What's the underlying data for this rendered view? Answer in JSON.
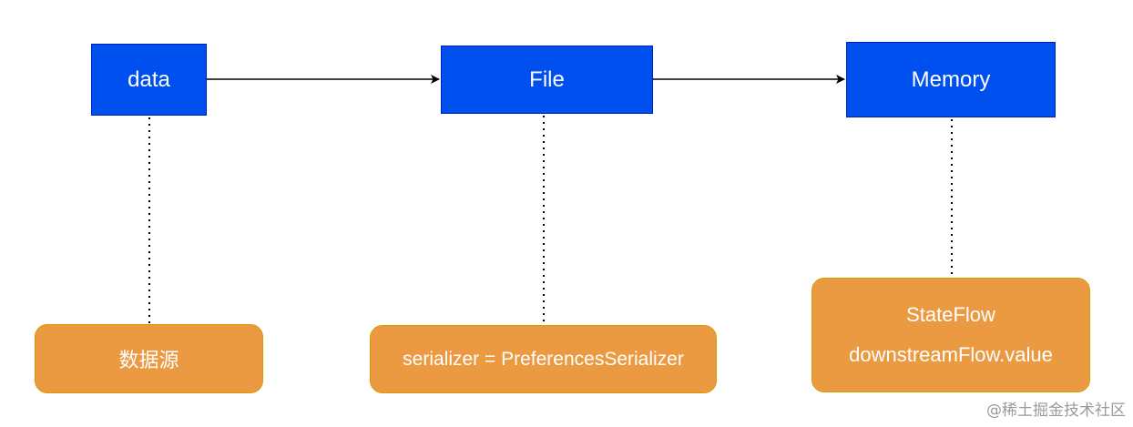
{
  "nodes": {
    "data": "data",
    "file": "File",
    "memory": "Memory",
    "source": "数据源",
    "serializer": "serializer = PreferencesSerializer",
    "stateflow_line1": "StateFlow",
    "stateflow_line2": "downstreamFlow.value"
  },
  "watermark": "@稀土掘金技术社区",
  "colors": {
    "blue_fill": "#0050ef",
    "blue_stroke": "#001dbc",
    "orange_fill": "#ec9a42",
    "orange_stroke": "#d79b00",
    "edge": "#000000"
  }
}
